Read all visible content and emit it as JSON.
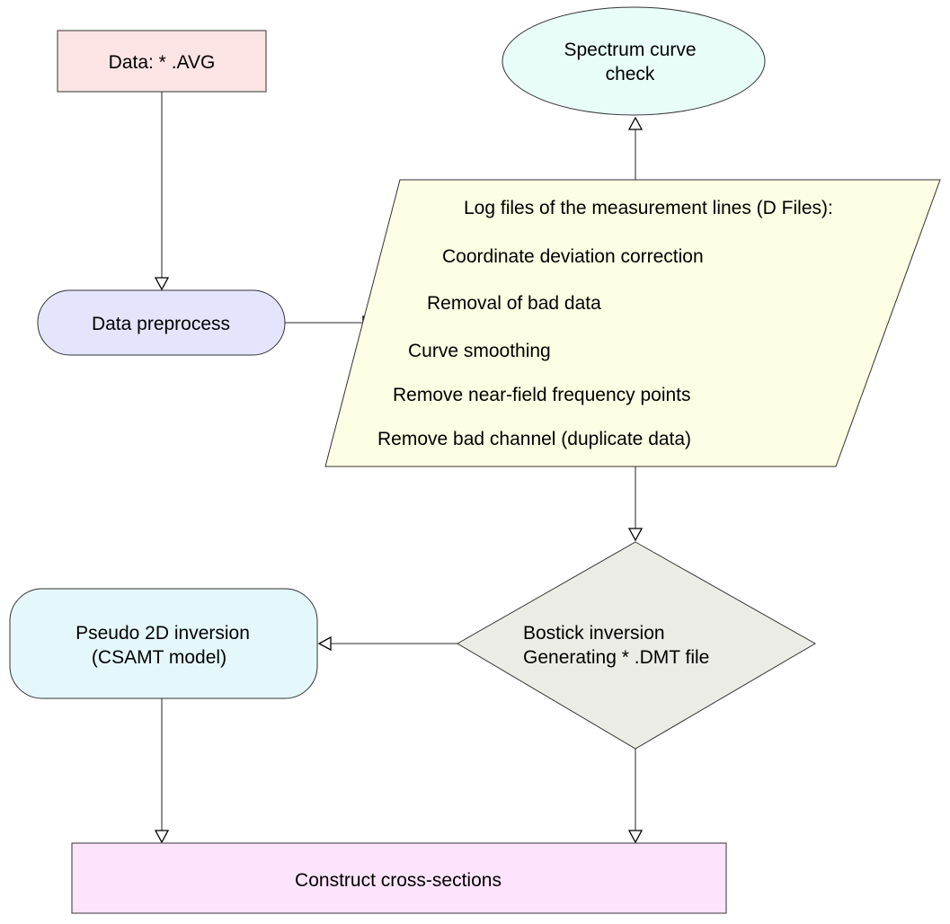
{
  "diagram": {
    "type": "flowchart",
    "nodes": {
      "data_avg": {
        "label": "Data: * .AVG",
        "shape": "rectangle",
        "fill": "#fde4e4"
      },
      "spectrum_check": {
        "label_lines": [
          "Spectrum curve",
          "check"
        ],
        "shape": "ellipse",
        "fill": "#e8fcf8"
      },
      "data_preprocess": {
        "label": "Data preprocess",
        "shape": "stadium",
        "fill": "#e4e4fc"
      },
      "log_files": {
        "shape": "parallelogram",
        "fill": "#fefee4",
        "title": "Log files of the measurement lines (D Files):",
        "items": [
          "Coordinate deviation correction",
          "Removal of bad data",
          "Curve smoothing",
          "Remove near-field frequency points",
          "Remove bad channel (duplicate data)"
        ]
      },
      "bostick": {
        "label_lines": [
          "Bostick inversion",
          "Generating * .DMT file"
        ],
        "shape": "diamond",
        "fill": "#ececE6"
      },
      "pseudo_2d": {
        "label_lines": [
          "Pseudo 2D inversion",
          "(CSAMT model)"
        ],
        "shape": "rounded-rectangle",
        "fill": "#e4f8fc"
      },
      "cross_sections": {
        "label": "Construct cross-sections",
        "shape": "rectangle",
        "fill": "#fde4fc"
      }
    },
    "edges": [
      {
        "from": "data_avg",
        "to": "data_preprocess"
      },
      {
        "from": "data_preprocess",
        "to": "log_files"
      },
      {
        "from": "log_files",
        "to": "spectrum_check"
      },
      {
        "from": "log_files",
        "to": "bostick"
      },
      {
        "from": "bostick",
        "to": "pseudo_2d"
      },
      {
        "from": "pseudo_2d",
        "to": "cross_sections"
      },
      {
        "from": "bostick",
        "to": "cross_sections"
      }
    ]
  }
}
